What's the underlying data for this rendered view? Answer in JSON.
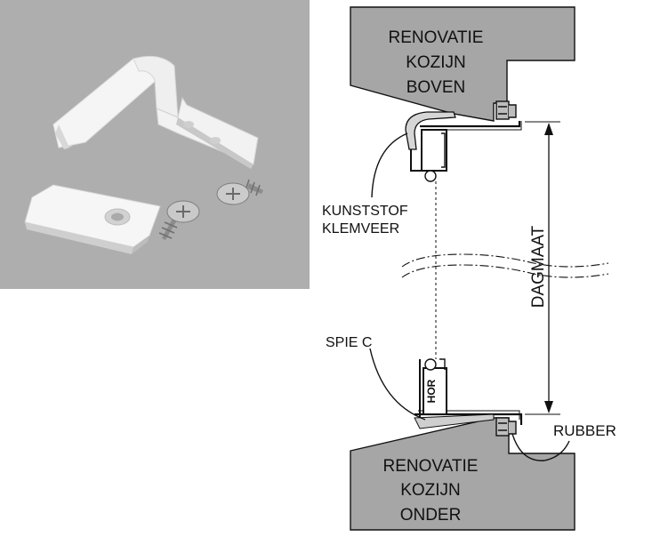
{
  "photo": {
    "subject": "product-photo",
    "background_color": "#a9a9a9",
    "part_color": "#f4f4f4"
  },
  "diagram": {
    "frame_top_lines": [
      "RENOVATIE",
      "KOZIJN",
      "BOVEN"
    ],
    "frame_bottom_lines": [
      "RENOVATIE",
      "KOZIJN",
      "ONDER"
    ],
    "label_clip": [
      "KUNSTSTOF",
      "KLEMVEER"
    ],
    "label_wedge": "SPIE C",
    "label_rubber": "RUBBER",
    "label_dimension": "DAGMAAT",
    "label_screen": "HOR",
    "frame_fill_color": "#a6a6a6",
    "line_color": "#111111"
  }
}
